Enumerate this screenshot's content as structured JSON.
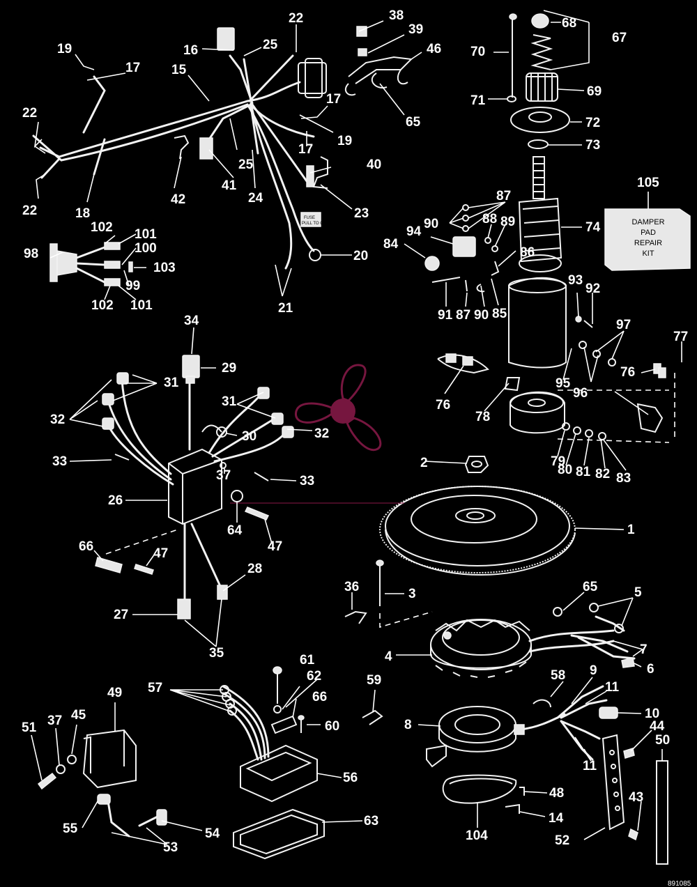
{
  "diagram": {
    "callouts": [
      "1",
      "2",
      "3",
      "4",
      "5",
      "6",
      "7",
      "8",
      "9",
      "10",
      "11",
      "14",
      "15",
      "16",
      "17",
      "18",
      "19",
      "20",
      "21",
      "22",
      "23",
      "24",
      "25",
      "26",
      "27",
      "28",
      "29",
      "30",
      "31",
      "32",
      "33",
      "34",
      "35",
      "36",
      "37",
      "38",
      "39",
      "40",
      "41",
      "42",
      "43",
      "44",
      "45",
      "46",
      "47",
      "48",
      "49",
      "50",
      "51",
      "52",
      "53",
      "54",
      "55",
      "56",
      "57",
      "58",
      "59",
      "60",
      "61",
      "62",
      "63",
      "64",
      "65",
      "66",
      "67",
      "68",
      "69",
      "70",
      "71",
      "72",
      "73",
      "74",
      "76",
      "77",
      "78",
      "79",
      "80",
      "81",
      "82",
      "83",
      "84",
      "85",
      "86",
      "87",
      "88",
      "89",
      "90",
      "91",
      "92",
      "93",
      "94",
      "95",
      "96",
      "97",
      "98",
      "99",
      "100",
      "101",
      "102",
      "103",
      "104",
      "105"
    ],
    "kit_box": {
      "line1": "DAMPER",
      "line2": "PAD",
      "line3": "REPAIR",
      "line4": "KIT"
    },
    "fuse_label": {
      "line1": "FUSE",
      "line2": "PULL TO OPEN"
    },
    "drawing_code": "891085",
    "watermark": "propeller-logo",
    "colors": {
      "background": "#000000",
      "lines": "#f2f2f2",
      "watermark": "#8b1a4a"
    }
  }
}
